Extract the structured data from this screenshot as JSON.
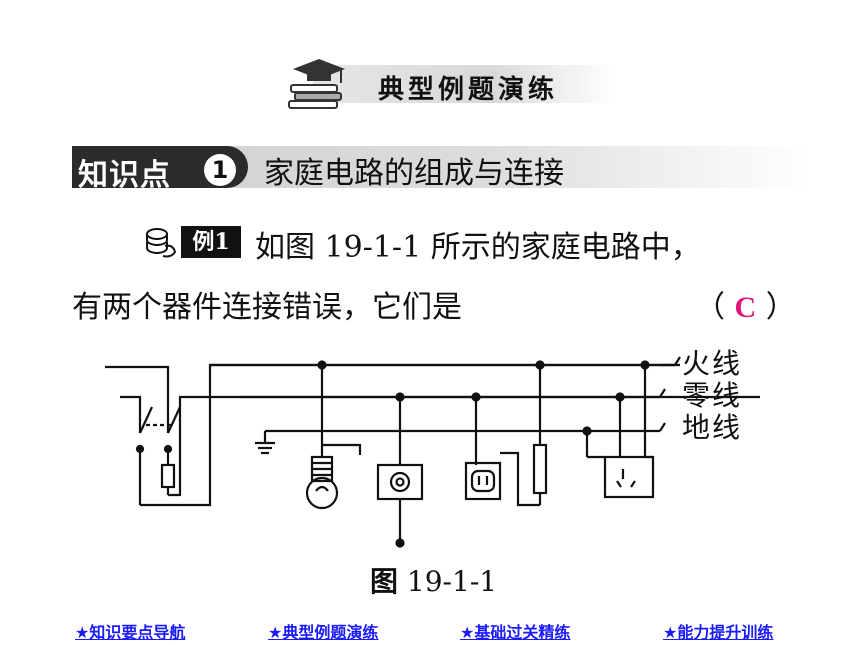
{
  "banner": {
    "title": "典型例题演练",
    "icon": "graduation-cap-books-icon"
  },
  "knowledge_point": {
    "tag": "知识点",
    "number": "1",
    "title": "家庭电路的组成与连接"
  },
  "example": {
    "badge": "例1",
    "icon": "coin-stack-icon",
    "line1": "如图 19-1-1 所示的家庭电路中，",
    "line2": "有两个器件连接错误，它们是",
    "answer_open": "（ ",
    "answer": "C",
    "answer_close": " ）",
    "answer_color": "#e0177a"
  },
  "figure": {
    "wire_labels": [
      "火线",
      "零线",
      "地线"
    ],
    "caption_prefix": "图",
    "caption_number": " 19-1-1"
  },
  "nav": [
    {
      "label": "★知识要点导航"
    },
    {
      "label": "★典型例题演练"
    },
    {
      "label": "★基础过关精练"
    },
    {
      "label": "★能力提升训练"
    }
  ],
  "colors": {
    "link": "#1a1aff",
    "banner_gray": "#d9d9d9",
    "tag_dark": "#2b2b2b"
  }
}
